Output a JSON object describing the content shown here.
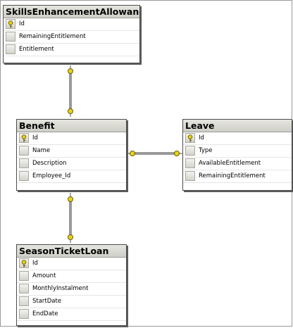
{
  "diagram": {
    "tables": [
      {
        "name": "SkillsEnhancementAllowance",
        "columns": [
          "Id",
          "RemainingEntitlement",
          "Entitlement"
        ],
        "primary_key": "Id"
      },
      {
        "name": "Benefit",
        "columns": [
          "Id",
          "Name",
          "Description",
          "Employee_Id"
        ],
        "primary_key": "Id"
      },
      {
        "name": "Leave",
        "columns": [
          "Id",
          "Type",
          "AvailableEntitlement",
          "RemainingEntitlement"
        ],
        "primary_key": "Id"
      },
      {
        "name": "SeasonTicketLoan",
        "columns": [
          "Id",
          "Amount",
          "MonthlyInstalment",
          "StartDate",
          "EndDate"
        ],
        "primary_key": "Id"
      }
    ],
    "relationships": [
      {
        "from": "SkillsEnhancementAllowance",
        "to": "Benefit"
      },
      {
        "from": "Benefit",
        "to": "Leave"
      },
      {
        "from": "Benefit",
        "to": "SeasonTicketLoan"
      }
    ]
  },
  "colors": {
    "key": "#e8d21a",
    "connector": "#333333",
    "title_bar": "#d9d9d2"
  }
}
